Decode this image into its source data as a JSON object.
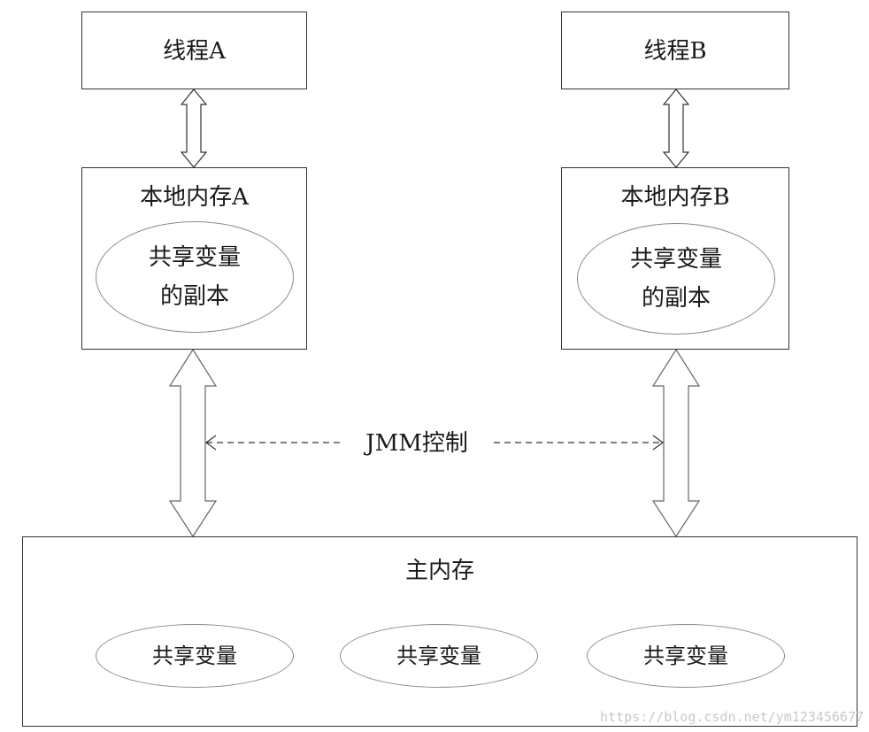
{
  "thread_a": {
    "label": "线程A"
  },
  "thread_b": {
    "label": "线程B"
  },
  "local_memory_a": {
    "title": "本地内存A",
    "copy_label": "共享变量\n的副本"
  },
  "local_memory_b": {
    "title": "本地内存B",
    "copy_label": "共享变量\n的副本"
  },
  "jmm": {
    "label": "JMM控制"
  },
  "main_memory": {
    "title": "主内存",
    "variables": [
      "共享变量",
      "共享变量",
      "共享变量"
    ]
  },
  "watermark": "https://blog.csdn.net/ym123456677"
}
